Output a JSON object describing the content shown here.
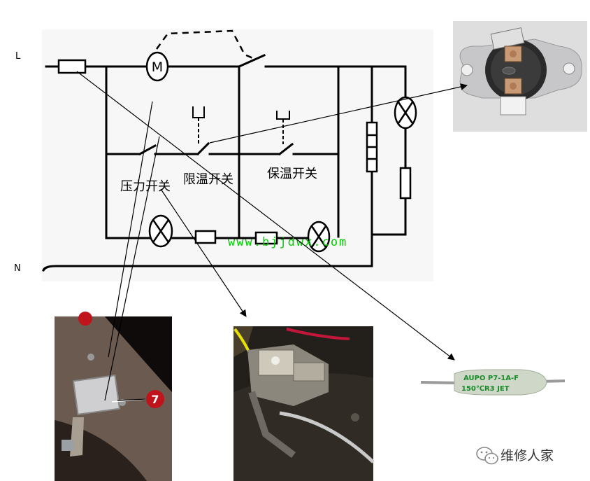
{
  "labels": {
    "L": "L",
    "N": "N",
    "motor": "M",
    "pressure_switch": "压力开关",
    "limit_switch": "限温开关",
    "keepwarm_switch": "保温开关",
    "website": "www.bjjdwx.com",
    "fuse_line1": "AUPO  P7-1A-F",
    "fuse_line2": "150℃R3   JET",
    "pressure_photo_callout": "7",
    "watermark": "维修人家"
  },
  "icons": [
    "wechat-icon",
    "lamp-icon",
    "motor-icon",
    "fuse-icon",
    "resistor-icon",
    "switch-icon",
    "arrow-icon"
  ],
  "colors": {
    "wire": "#000000",
    "website_text": "#00cc00",
    "fuse_body": "#cfd8c8",
    "fuse_text": "#1a8a2a",
    "callout": "#c0141c"
  }
}
